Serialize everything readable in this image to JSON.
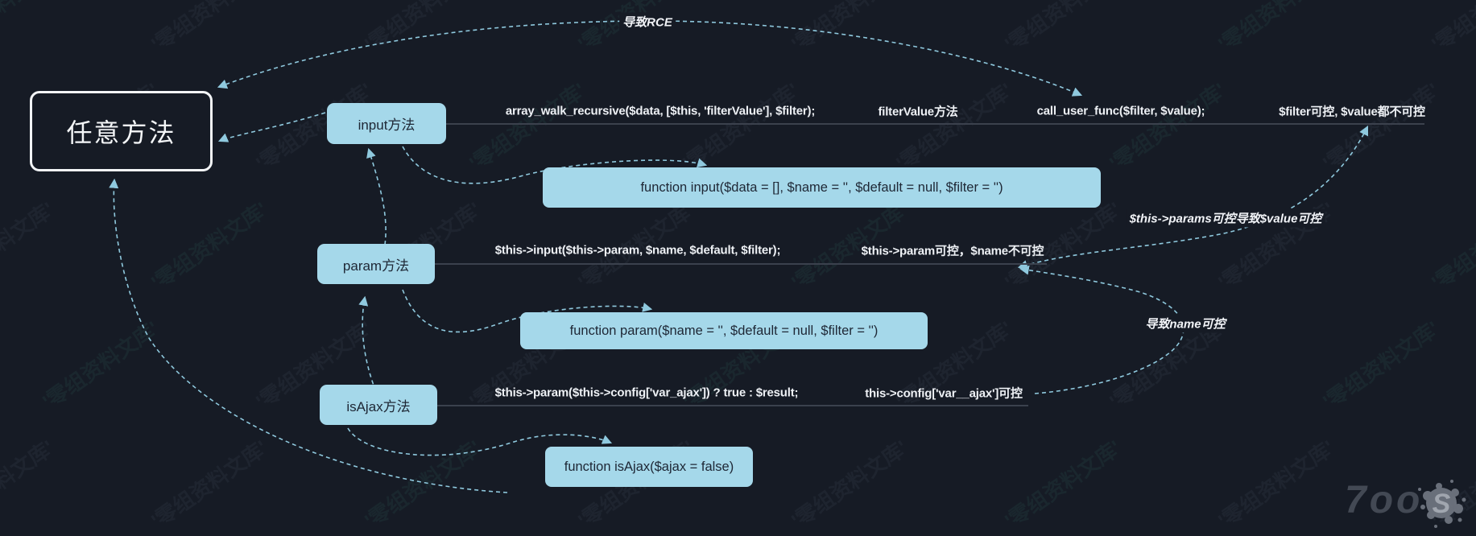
{
  "root": {
    "label": "任意方法"
  },
  "annotations": {
    "rce": "导致RCE",
    "params_value": "$this->params可控导致$value可控",
    "name_ctrl": "导致name可控"
  },
  "rows": [
    {
      "method": "input方法",
      "signature": "function input($data = [], $name = '', $default = null, $filter = '')",
      "texts": [
        "array_walk_recursive($data, [$this, 'filterValue'], $filter);",
        "filterValue方法",
        "call_user_func($filter, $value);",
        "$filter可控, $value都不可控"
      ]
    },
    {
      "method": "param方法",
      "signature": "function param($name = '', $default = null, $filter = '')",
      "texts": [
        "$this->input($this->param, $name, $default, $filter);",
        "$this->param可控，$name不可控"
      ]
    },
    {
      "method": "isAjax方法",
      "signature": "function isAjax($ajax = false)",
      "texts": [
        "$this->param($this->config['var_ajax']) ? true : $result;",
        "this->config['var__ajax']可控"
      ]
    }
  ],
  "watermark": {
    "text": "零组资料文库"
  },
  "logo": {
    "text": "7oo",
    "splat_letter": "S"
  },
  "colors": {
    "background": "#161b25",
    "node_fill": "#a5d8ea",
    "node_text": "#1e2735",
    "dashed_edge": "#8fc9de",
    "branch_line": "#3b414d",
    "text": "#eef1f5"
  }
}
